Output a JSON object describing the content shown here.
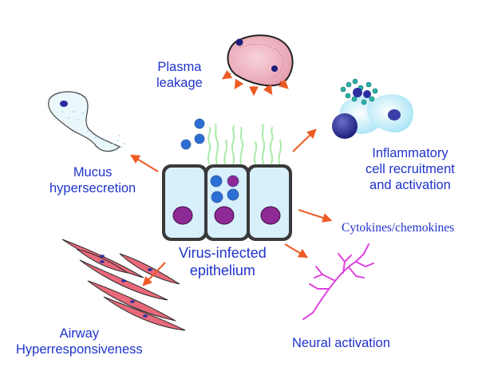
{
  "labels": {
    "plasma_leakage": [
      "Plasma",
      "leakage"
    ],
    "mucus": [
      "Mucus",
      "hypersecretion"
    ],
    "inflammatory": [
      "Inflammatory",
      "cell recruitment",
      "and activation"
    ],
    "cytokines": "Cytokines/chemokines",
    "center": [
      "Virus-infected",
      "epithelium"
    ],
    "airway": [
      "Airway",
      "Hyperresponsiveness"
    ],
    "neural": "Neural activation"
  },
  "colors": {
    "label_text": "#1f33c9",
    "arrow": "#ee5a24",
    "cell_fill": "#d8f0fb",
    "nucleus": "#8e2a96",
    "virus": "#2c6fd4",
    "cilia": "#a8eaa8",
    "muscle": "#e8697a",
    "neuron": "#dd44dd",
    "plasma_cell": "#f3b9c6"
  },
  "icons": [
    "plasma-cell-icon",
    "goblet-cell-icon",
    "inflammatory-cells-icon",
    "virus-particle-icon",
    "epithelial-cell-icon",
    "smooth-muscle-icon",
    "neuron-icon"
  ]
}
